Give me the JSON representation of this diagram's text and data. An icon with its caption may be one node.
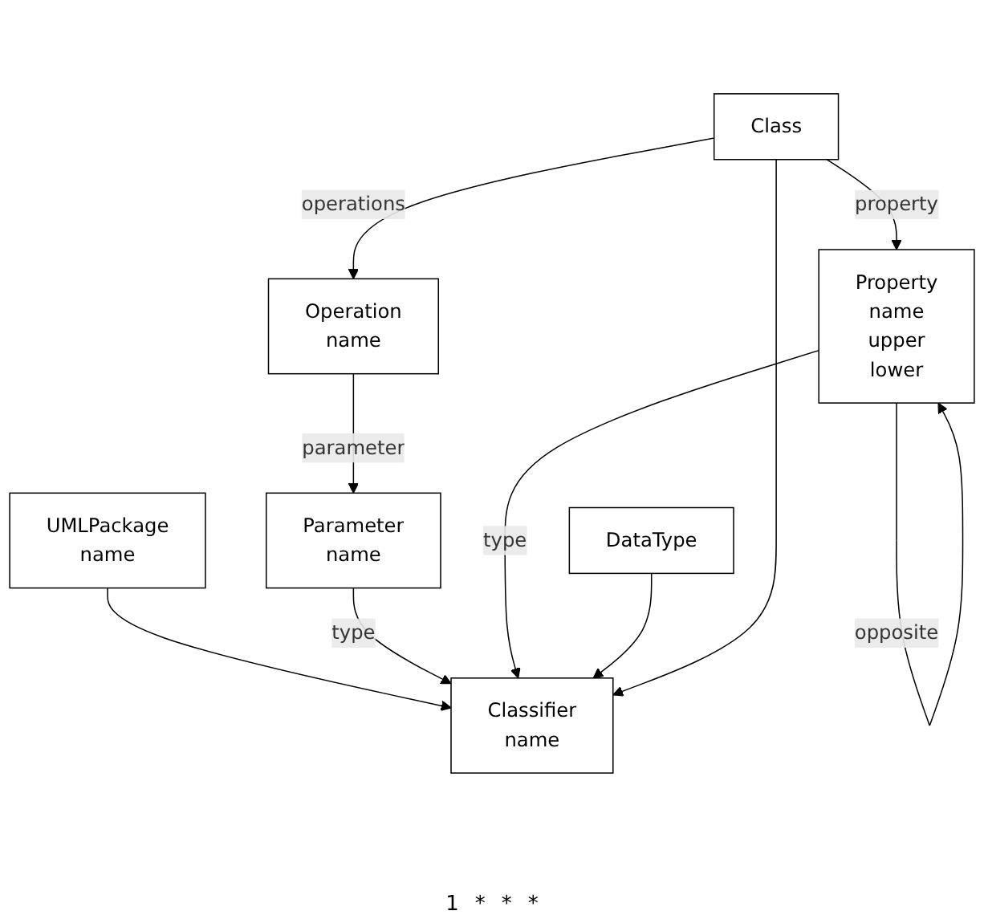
{
  "diagram": {
    "nodes": [
      {
        "text": [
          "UMLPackage",
          "name"
        ]
      },
      {
        "text": [
          "Classifier",
          "name"
        ]
      },
      {
        "text": [
          "Parameter",
          "name"
        ]
      },
      {
        "text": [
          "DataType"
        ]
      },
      {
        "text": [
          "Class"
        ]
      },
      {
        "text": [
          "Property",
          "name",
          "upper",
          "lower"
        ]
      },
      {
        "text": [
          "Operation",
          "name"
        ]
      }
    ],
    "edges": [
      {
        "from": 0,
        "to": 1,
        "arrow": "to"
      },
      {
        "from": 2,
        "to": 1,
        "arrow": "to",
        "label": "type"
      },
      {
        "from": 5,
        "to": 1,
        "arrow": "to",
        "label": "type"
      },
      {
        "from": 3,
        "to": 1,
        "arrow": "to"
      },
      {
        "from": 4,
        "to": 1,
        "arrow": "to"
      },
      {
        "from": 4,
        "to": 5,
        "arrow": "to",
        "label": "property"
      },
      {
        "from": 6,
        "to": 2,
        "arrow": "to",
        "label": "parameter"
      },
      {
        "from": 4,
        "to": 6,
        "arrow": "to",
        "label": "operations"
      },
      {
        "from": 5,
        "to": 5,
        "arrow": "to",
        "label": "opposite"
      }
    ],
    "labels": [
      "1",
      "*",
      "*",
      "*"
    ]
  }
}
